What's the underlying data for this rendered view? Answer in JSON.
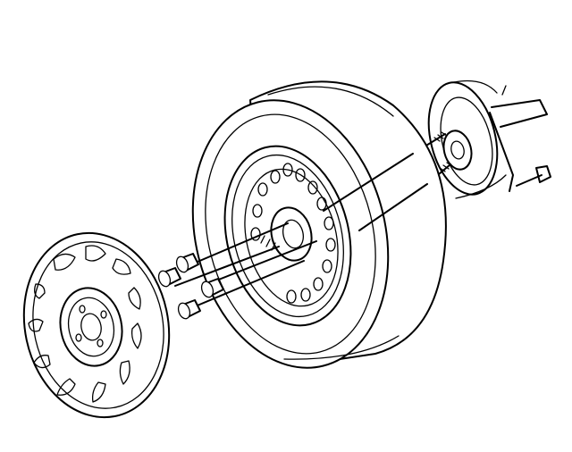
{
  "diagram": {
    "background_color": "#ffffff",
    "line_color": "#000000",
    "labels": [],
    "components": [
      {
        "name": "wheel-cover",
        "icon": "hubcap-icon"
      },
      {
        "name": "lug-nuts",
        "count": 4,
        "icon": "nut-icon"
      },
      {
        "name": "tire-and-wheel",
        "icon": "tire-icon"
      },
      {
        "name": "wheel-studs",
        "count": 4,
        "icon": "stud-icon"
      },
      {
        "name": "brake-drum-hub",
        "icon": "hub-icon"
      }
    ]
  }
}
